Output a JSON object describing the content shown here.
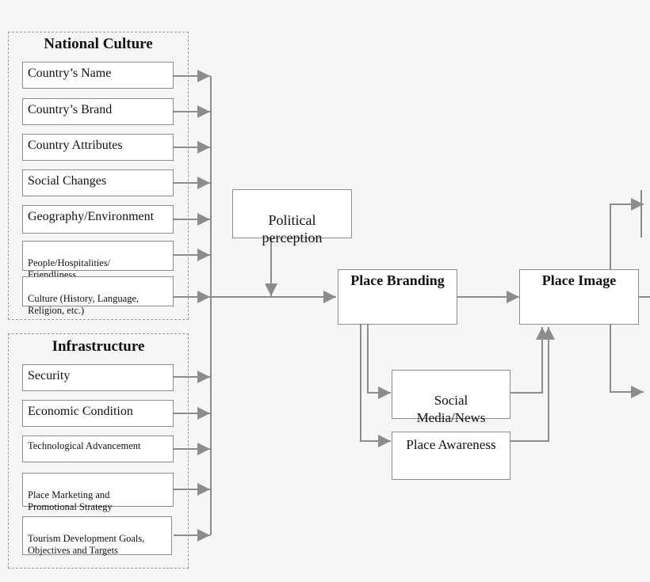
{
  "national_culture": {
    "title": "National Culture",
    "items": [
      "Country’s Name",
      "Country’s Brand",
      "Country Attributes",
      "Social Changes",
      "Geography/Environment",
      "People/Hospitalities/\nFriendliness",
      "Culture (History, Language,\nReligion, etc.)"
    ]
  },
  "infrastructure": {
    "title": "Infrastructure",
    "items": [
      "Security",
      "Economic Condition",
      "Technological Advancement",
      "Place Marketing and\nPromotional Strategy",
      "Tourism Development Goals,\nObjectives and Targets"
    ]
  },
  "nodes": {
    "political": "Political\nperception",
    "branding": "Place Branding",
    "image": "Place Image",
    "social": "Social\nMedia/News",
    "awareness": "Place Awareness"
  },
  "colors": {
    "line": "#8c8c8c",
    "box_border": "#8c8c8c",
    "background": "#f6f6f6"
  }
}
